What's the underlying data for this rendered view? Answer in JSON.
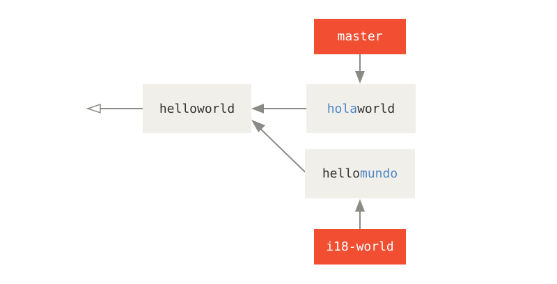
{
  "colors": {
    "ref_fill": "#f14e32",
    "commit_fill": "#f0efea",
    "highlight_text": "#4f86c6",
    "arrow": "#8a8a86"
  },
  "commits": {
    "base": {
      "word1": "hello",
      "word2": "world"
    },
    "hola": {
      "word1": "hola",
      "word2": "world"
    },
    "mundo": {
      "word1": "hello",
      "word2": "mundo"
    }
  },
  "refs": {
    "master": "master",
    "i18": "i18-world"
  }
}
